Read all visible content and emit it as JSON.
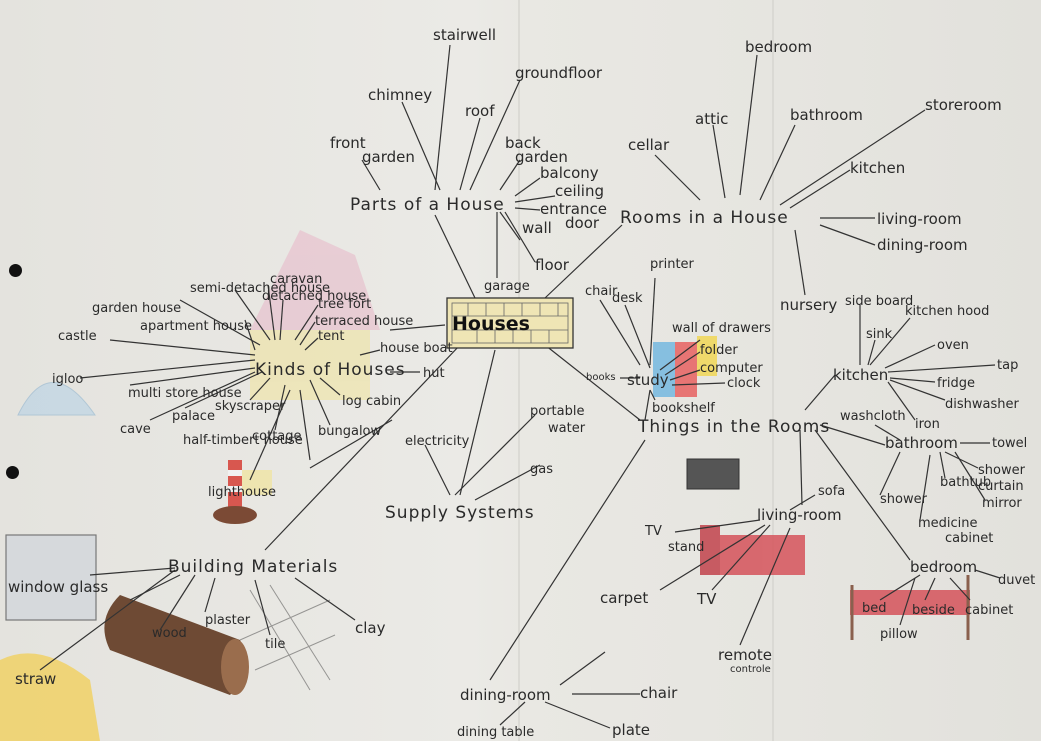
{
  "center": "Houses",
  "hubs": {
    "parts": "Parts of a House",
    "rooms": "Rooms in a House",
    "kinds": "Kinds of Houses",
    "things": "Things in the Rooms",
    "supply": "Supply Systems",
    "materials": "Building Materials"
  },
  "parts": [
    "stairwell",
    "chimney",
    "roof",
    "groundfloor",
    "front",
    "garden",
    "back",
    "garden",
    "balcony",
    "ceiling",
    "entrance",
    "wall",
    "door",
    "floor",
    "garage"
  ],
  "rooms": [
    "bedroom",
    "attic",
    "bathroom",
    "storeroom",
    "cellar",
    "kitchen",
    "living-room",
    "dining-room",
    "nursery"
  ],
  "kinds": [
    "semi-detached house",
    "caravan",
    "detached house",
    "garden house",
    "tree fort",
    "terraced house",
    "apartment house",
    "tent",
    "castle",
    "house boat",
    "hut",
    "igloo",
    "multi store house",
    "skyscraper",
    "palace",
    "log cabin",
    "cave",
    "cottage",
    "bungalow",
    "half-timbert house",
    "lighthouse"
  ],
  "things": {
    "study": "study",
    "study_items": [
      "chair",
      "printer",
      "desk",
      "wall of drawers",
      "folder",
      "computer",
      "clock",
      "books",
      "bookshelf"
    ],
    "kitchen": "kitchen",
    "kitchen_items": [
      "side board",
      "kitchen hood",
      "sink",
      "oven",
      "tap",
      "fridge",
      "iron",
      "dishwasher",
      "washcloth"
    ],
    "bathroom": "bathroom",
    "bathroom_items": [
      "towel",
      "shower",
      "curtain",
      "shower",
      "bathtub",
      "mirror",
      "medicine",
      "cabinet"
    ],
    "living": "living-room",
    "living_items": [
      "sofa",
      "TV",
      "stand",
      "carpet",
      "TV",
      "remote",
      "controle"
    ],
    "bedroom": "bedroom",
    "bedroom_items": [
      "duvet",
      "bed",
      "beside",
      "cabinet",
      "pillow"
    ],
    "dining": "dining-room",
    "dining_items": [
      "chair",
      "dining table",
      "plate"
    ]
  },
  "supply": [
    "portable",
    "water",
    "electricity",
    "gas"
  ],
  "materials": [
    "window glass",
    "wood",
    "plaster",
    "clay",
    "tile",
    "straw"
  ],
  "colors": {
    "ink": "#2a2a2a",
    "center_fill": "#efe5b5",
    "paper": "#e8e7e2"
  }
}
